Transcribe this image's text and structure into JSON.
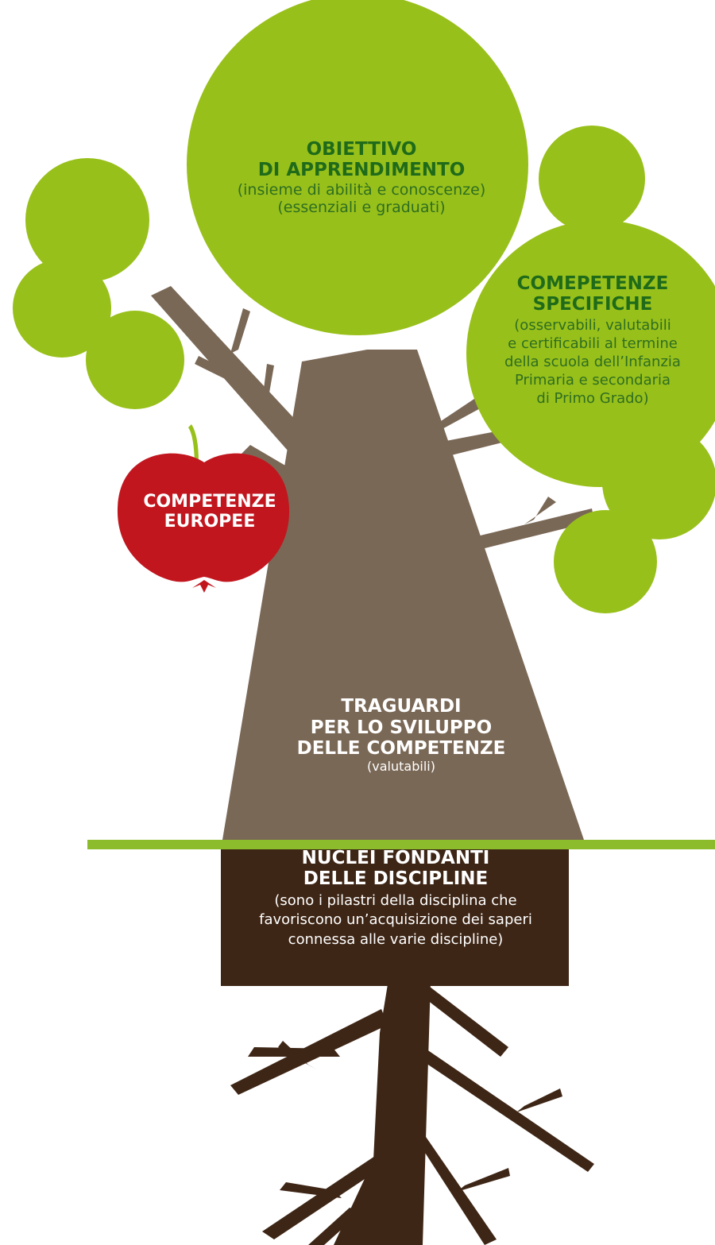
{
  "colors": {
    "leaf_green": "#98c01a",
    "trunk_brown": "#7a6856",
    "root_brown": "#3e2616",
    "apple_red": "#c2161f",
    "ground_line": "#8cbc2c",
    "text_green": "#1f6b1a",
    "text_white": "#ffffff"
  },
  "crown_main": {
    "title_line1": "OBIETTIVO",
    "title_line2": "DI APPRENDIMENTO",
    "note_line1": "(insieme di abilità e conoscenze)",
    "note_line2": "(essenziali e graduati)"
  },
  "crown_right": {
    "title_line1": "COMEPETENZE",
    "title_line2": "SPECIFICHE",
    "note_line1": "(osservabili, valutabili",
    "note_line2": "e certificabili al termine",
    "note_line3": "della scuola dell’Infanzia",
    "note_line4": "Primaria e secondaria",
    "note_line5": "di Primo Grado)"
  },
  "apple": {
    "title_line1": "COMPETENZE",
    "title_line2": "EUROPEE"
  },
  "trunk": {
    "title_line1": "TRAGUARDI",
    "title_line2": "PER LO SVILUPPO",
    "title_line3": "DELLE COMPETENZE",
    "note": "(valutabili)"
  },
  "roots_box": {
    "title_line1": "NUCLEI FONDANTI",
    "title_line2": "DELLE DISCIPLINE",
    "note_line1": "(sono i pilastri della disciplina che",
    "note_line2": "favoriscono un’acquisizione dei saperi",
    "note_line3": "connessa alle varie discipline)"
  }
}
